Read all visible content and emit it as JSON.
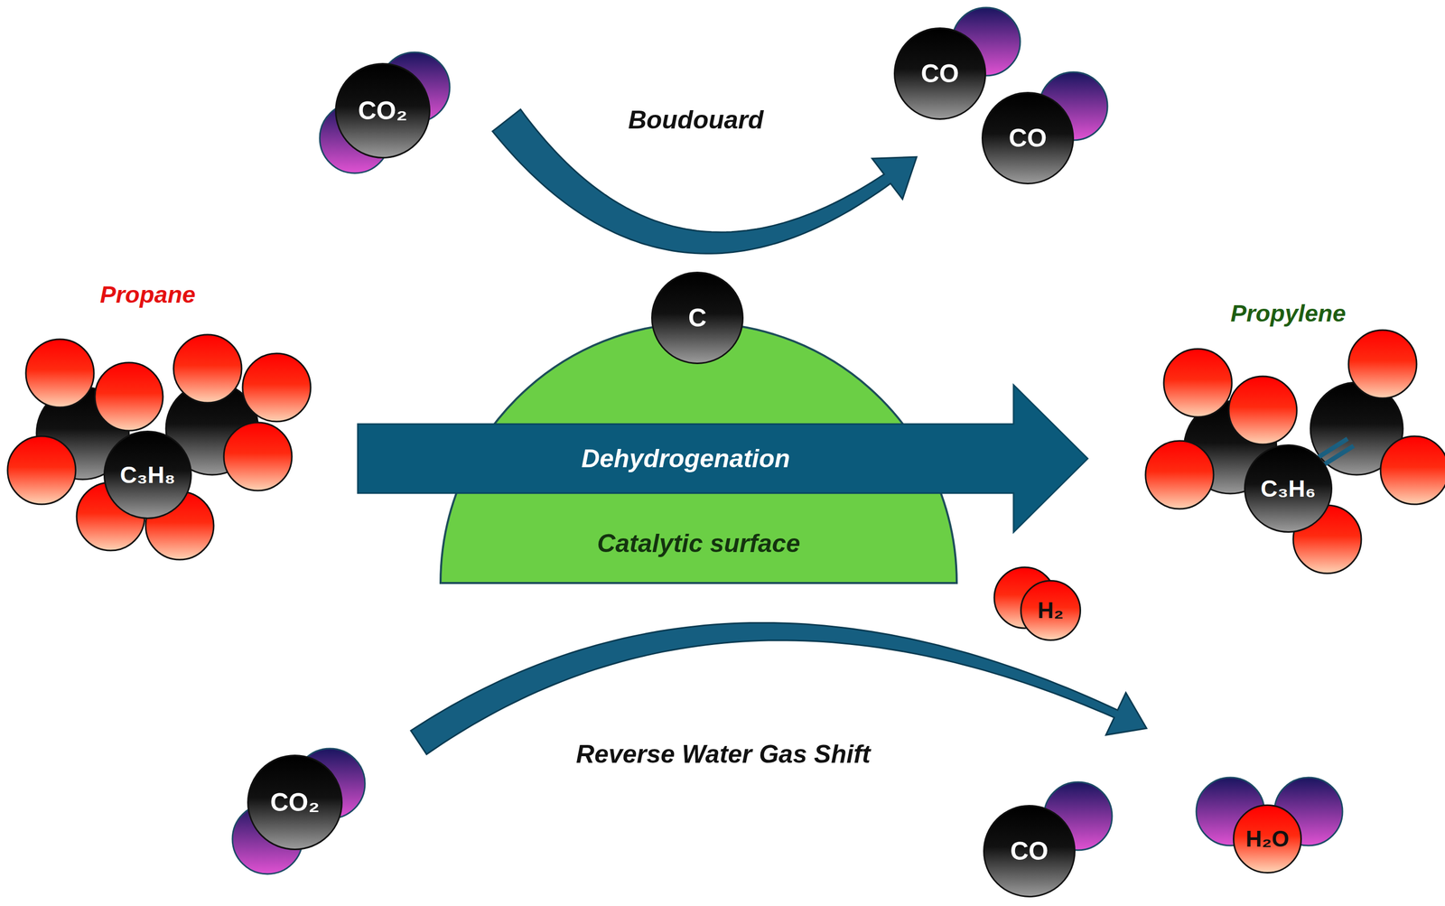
{
  "diagram": {
    "nodes": [
      {
        "text": [
          "Propane",
          "C₃H₈"
        ]
      },
      {
        "text": [
          "CO₂"
        ]
      },
      {
        "text": [
          "CO"
        ]
      },
      {
        "text": [
          "CO"
        ]
      },
      {
        "text": [
          "C"
        ]
      },
      {
        "text": [
          "Catalytic surface"
        ]
      },
      {
        "text": [
          "Propylene",
          "C₃H₆"
        ]
      },
      {
        "text": [
          "H₂"
        ]
      },
      {
        "text": [
          "CO₂"
        ]
      },
      {
        "text": [
          "CO"
        ]
      },
      {
        "text": [
          "H₂O"
        ]
      }
    ],
    "edges": [
      {
        "from": 0,
        "to": 6,
        "arrow": "to",
        "label": "Dehydrogenation"
      },
      {
        "from": 1,
        "to": 3,
        "arrow": "to",
        "label": "Boudouard"
      },
      {
        "from": 8,
        "to": 10,
        "arrow": "to",
        "label": "Reverse Water Gas Shift"
      }
    ]
  }
}
